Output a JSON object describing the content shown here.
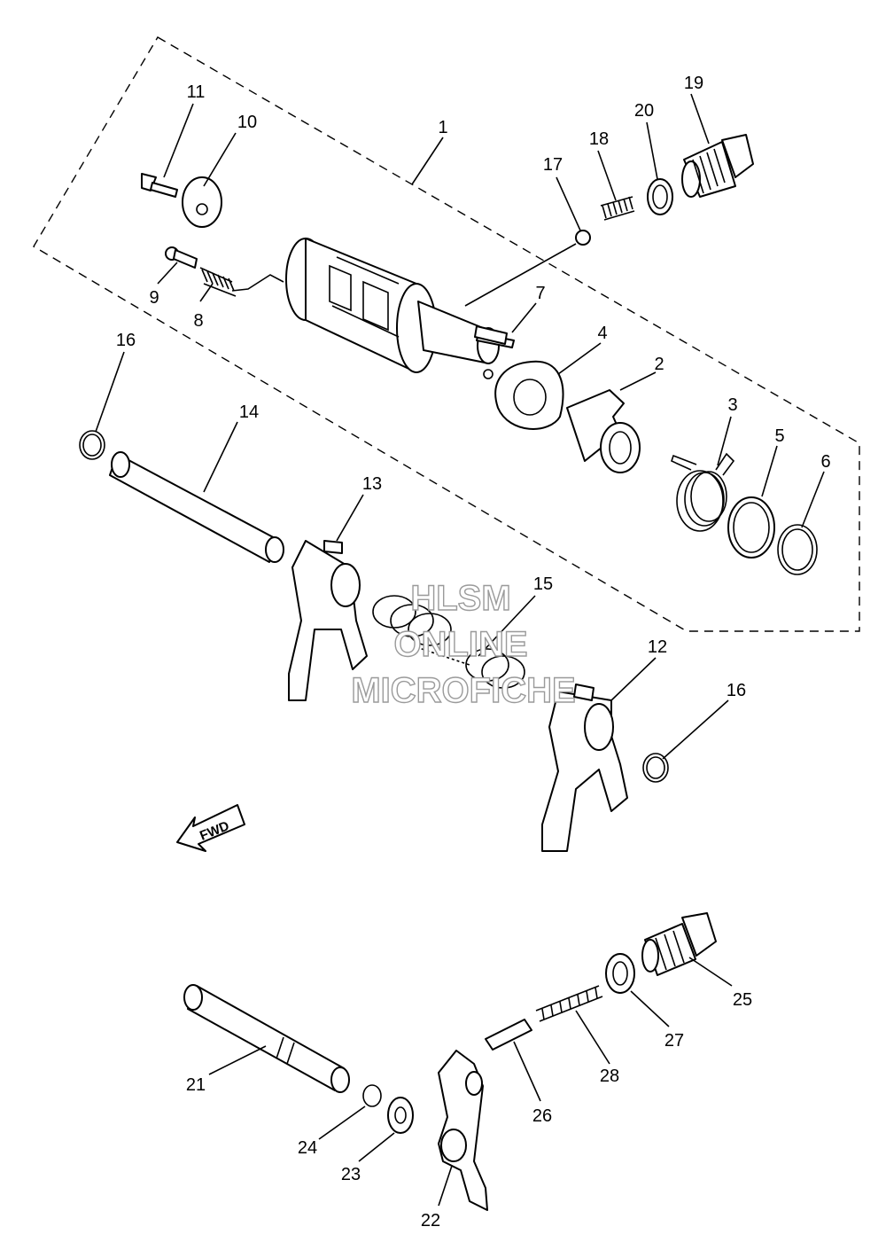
{
  "callouts": [
    "1",
    "2",
    "3",
    "4",
    "5",
    "6",
    "7",
    "8",
    "9",
    "10",
    "11",
    "12",
    "13",
    "14",
    "15",
    "16",
    "16",
    "17",
    "18",
    "19",
    "20",
    "21",
    "22",
    "23",
    "24",
    "25",
    "26",
    "27",
    "28"
  ],
  "watermark": {
    "line1": "HLSM",
    "line2": "ONLINE",
    "line3": "MICROFICHE",
    "color": "#9a9a9a"
  },
  "fwd_label": "FWD"
}
